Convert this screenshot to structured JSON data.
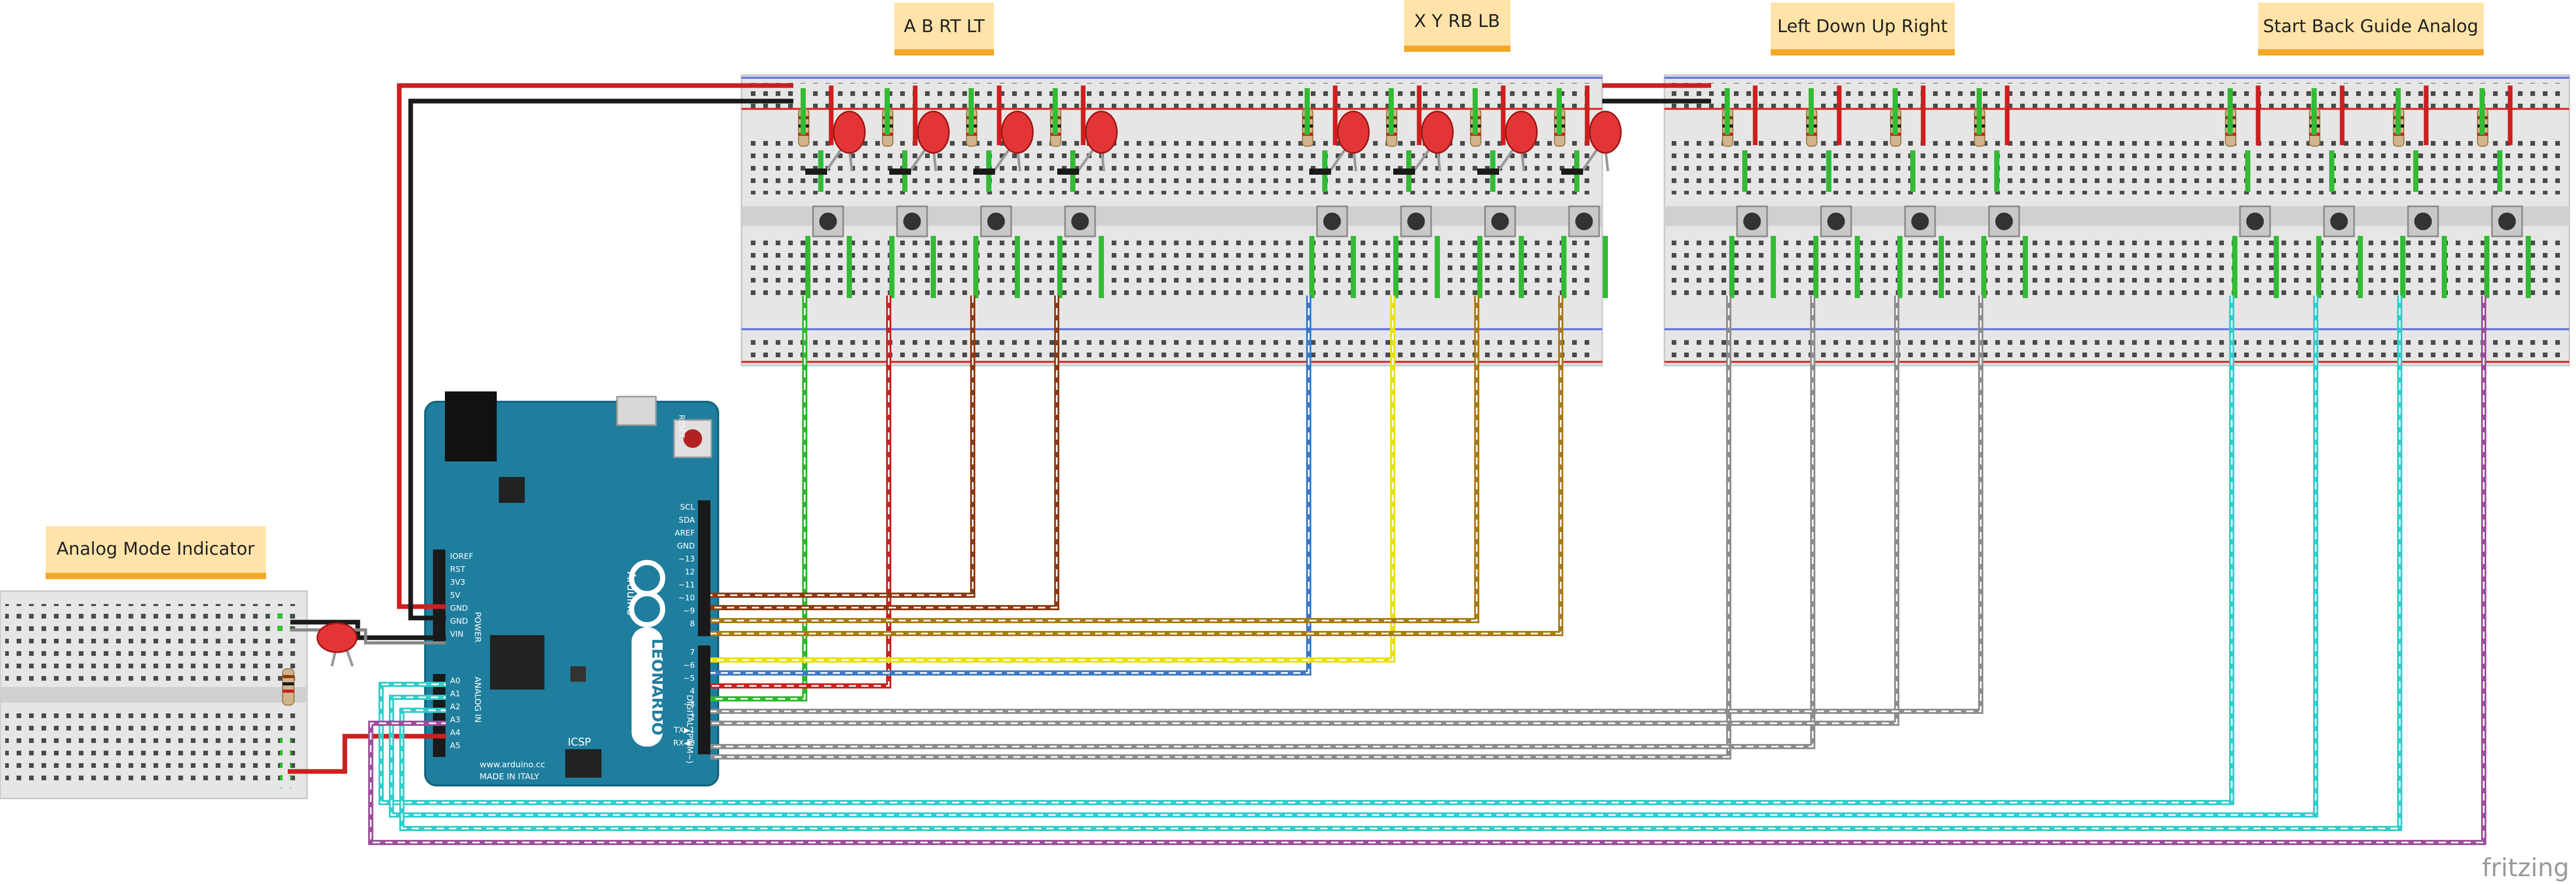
{
  "app": {
    "watermark": "fritzing"
  },
  "notes": [
    {
      "id": "abrtlt",
      "text": "A B RT LT"
    },
    {
      "id": "xyrblb",
      "text": "X Y RB LB"
    },
    {
      "id": "dpad",
      "text": "Left Down Up Right"
    },
    {
      "id": "sys",
      "text": "Start Back Guide Analog"
    },
    {
      "id": "analog",
      "text": "Analog Mode Indicator"
    }
  ],
  "arduino": {
    "brand": "Arduino",
    "model": "LEONARDO",
    "website": "www.arduino.cc",
    "origin": "MADE IN ITALY",
    "icsp_label": "ICSP",
    "reset_label": "RESET",
    "power_header_title": "POWER",
    "analog_header_title": "ANALOG IN",
    "digital_header_title": "DIGITAL (PWM~)",
    "power_pins": [
      "IOREF",
      "RST",
      "3V3",
      "5V",
      "GND",
      "GND",
      "VIN"
    ],
    "analog_pins": [
      "A0",
      "A1",
      "A2",
      "A3",
      "A4",
      "A5"
    ],
    "digital_pins_top": [
      "SCL",
      "SDA",
      "AREF",
      "GND",
      "~13",
      "12",
      "~11",
      "~10",
      "~9",
      "8"
    ],
    "digital_pins_bottom": [
      "7",
      "~6",
      "~5",
      "4",
      "~3",
      "2",
      "TX▶1",
      "RX◀0"
    ]
  },
  "colors": {
    "red": "#cc1f1f",
    "black": "#1a1a1a",
    "green": "#2eb82e",
    "brown": "#8b3a12",
    "blue": "#3a78c8",
    "yellow": "#e8e000",
    "gold": "#a87a14",
    "gray": "#8c8c8c",
    "cyan": "#33cccc",
    "purple": "#9b4f9b",
    "board_teal": "#1f7e9e",
    "note": "#ffe3a8"
  }
}
